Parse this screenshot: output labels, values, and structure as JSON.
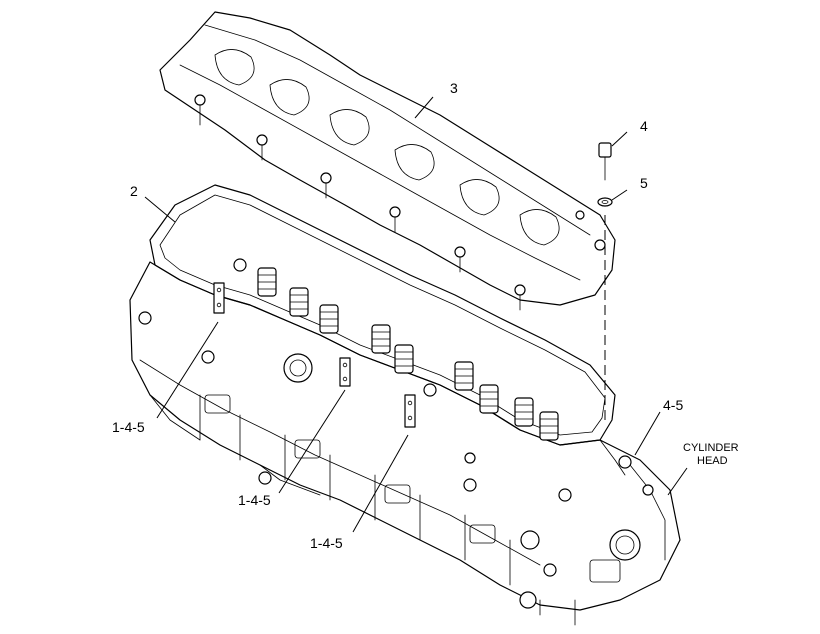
{
  "callouts": {
    "c3": "3",
    "c4": "4",
    "c5": "5",
    "c2": "2",
    "c145a": "1-4-5",
    "c145b": "1-4-5",
    "c145c": "1-4-5",
    "c45": "4-5"
  },
  "note": {
    "line1": "CYLINDER",
    "line2": "HEAD"
  }
}
